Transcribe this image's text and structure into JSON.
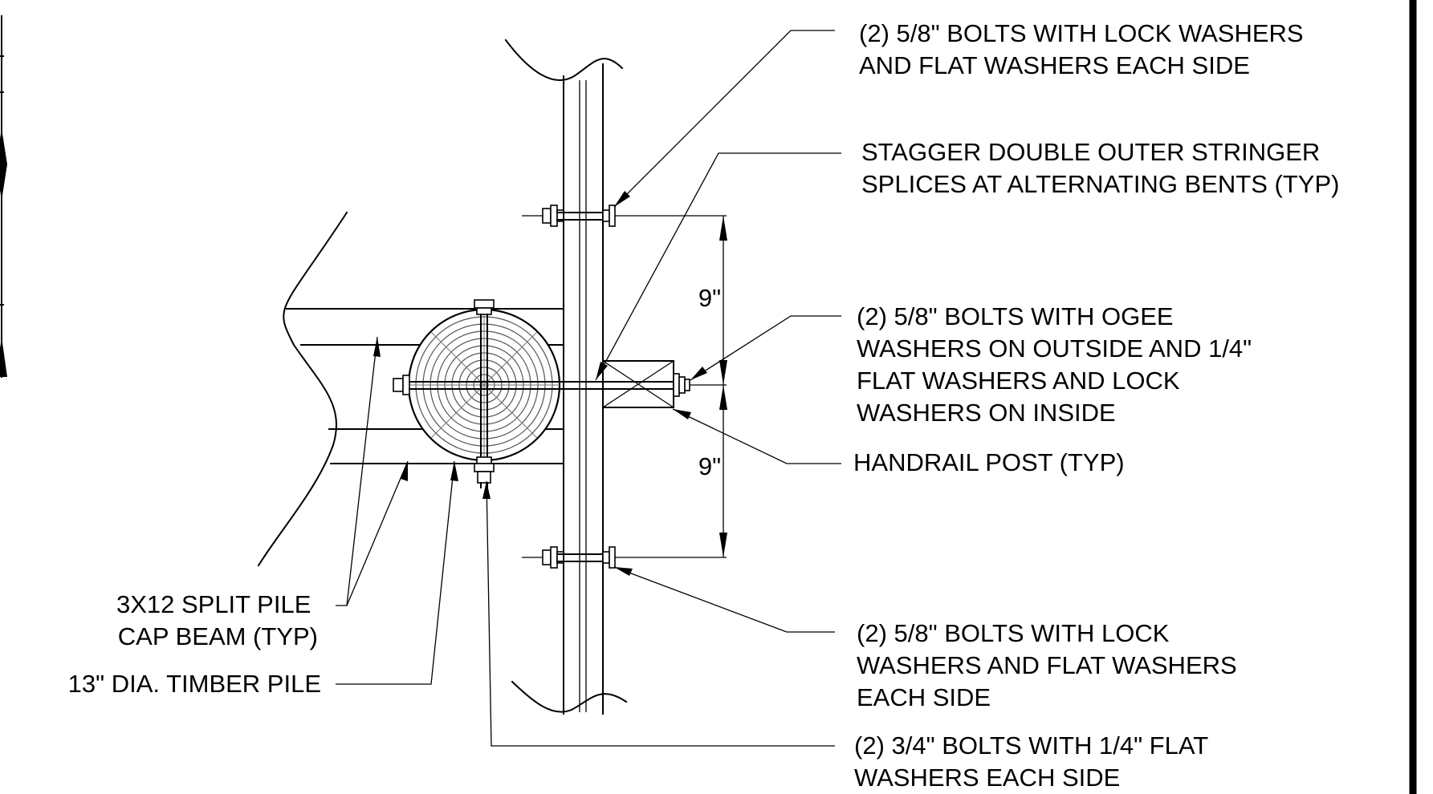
{
  "notes": {
    "bolts_top": [
      "(2) 5/8\" BOLTS WITH LOCK WASHERS",
      "AND FLAT WASHERS EACH SIDE"
    ],
    "stagger": [
      "STAGGER DOUBLE OUTER STRINGER",
      "SPLICES AT ALTERNATING BENTS (TYP)"
    ],
    "ogee_bolts": [
      "(2) 5/8\" BOLTS WITH OGEE",
      "WASHERS ON OUTSIDE AND 1/4\"",
      "FLAT WASHERS AND LOCK",
      "WASHERS ON INSIDE"
    ],
    "handrail": [
      "HANDRAIL POST (TYP)"
    ],
    "bolts_bottom": [
      "(2) 5/8\" BOLTS WITH LOCK",
      "WASHERS AND FLAT WASHERS",
      "EACH SIDE"
    ],
    "bolts_3_4": [
      "(2) 3/4\" BOLTS WITH 1/4\" FLAT",
      "WASHERS EACH SIDE"
    ],
    "cap_beam": [
      "3X12 SPLIT PILE",
      "CAP BEAM (TYP)"
    ],
    "timber_pile": [
      "13\" DIA. TIMBER PILE"
    ]
  },
  "dimensions": {
    "upper": "9\"",
    "lower": "9\""
  }
}
